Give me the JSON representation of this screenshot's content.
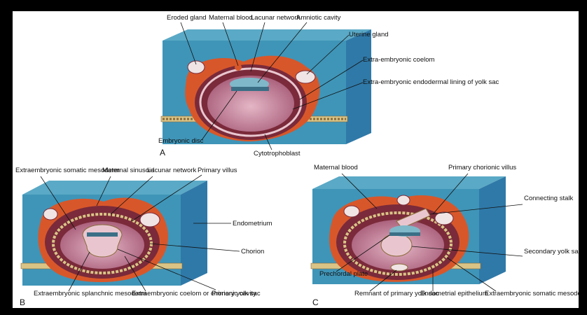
{
  "panels": [
    {
      "id": "A",
      "letter": "A",
      "labels": {
        "eroded_gland": "Eroded gland",
        "maternal_blood": "Maternal blood",
        "lacunar_network": "Lacunar network",
        "amniotic_cavity": "Amniotic cavity",
        "uterine_gland": "Uterine gland",
        "extraembryonic_coelom": "Extra-embryonic coelom",
        "extraembryonic_endodermal_lining": "Extra-embryonic endodermal lining of yolk sac",
        "embryonic_disc": "Embryonic disc",
        "cytotrophoblast": "Cytotrophoblast"
      }
    },
    {
      "id": "B",
      "letter": "B",
      "labels": {
        "extraembryonic_somatic_mesoderm": "Extraembryonic somatic mesoderm",
        "maternal_sinusoid": "Maternal sinusoid",
        "lacunar_network": "Lacunar network",
        "primary_villus": "Primary villus",
        "endometrium": "Endometrium",
        "chorion": "Chorion",
        "extraembryonic_splanchnic_mesoderm": "Extraembryonic splanchnic mesoderm",
        "extraembryonic_coelom_or_chorionic_cavity": "Extraembryonic coelom or chorionic cavity",
        "primary_yolk_sac": "Primary yolk sac"
      }
    },
    {
      "id": "C",
      "letter": "C",
      "labels": {
        "maternal_blood": "Maternal blood",
        "primary_chorionic_villus": "Primary chorionic villus",
        "connecting_stalk": "Connecting stalk",
        "secondary_yolk_sac": "Secondary yolk sac",
        "prechordal_plate": "Prechordal plate",
        "remnant_primary_yolk_sac": "Remnant of primary yolk sac",
        "endometrial_epithelium": "Endometrial epithelium",
        "extraembryonic_somatic_mesoderm": "Extraembryonic somatic mesoderm"
      }
    }
  ],
  "colors": {
    "endometrium_front": "#3f95b8",
    "endometrium_top": "#5aa9c6",
    "endometrium_side": "#2f79a8",
    "syncytiotrophoblast": "#e0622a",
    "cytotrophoblast": "#7a2a3a",
    "epithelium": "#d9c486",
    "cavity": "#c98aa0",
    "yolk_sac": "#e9c6cf",
    "amnion": "#7fb8c9"
  }
}
